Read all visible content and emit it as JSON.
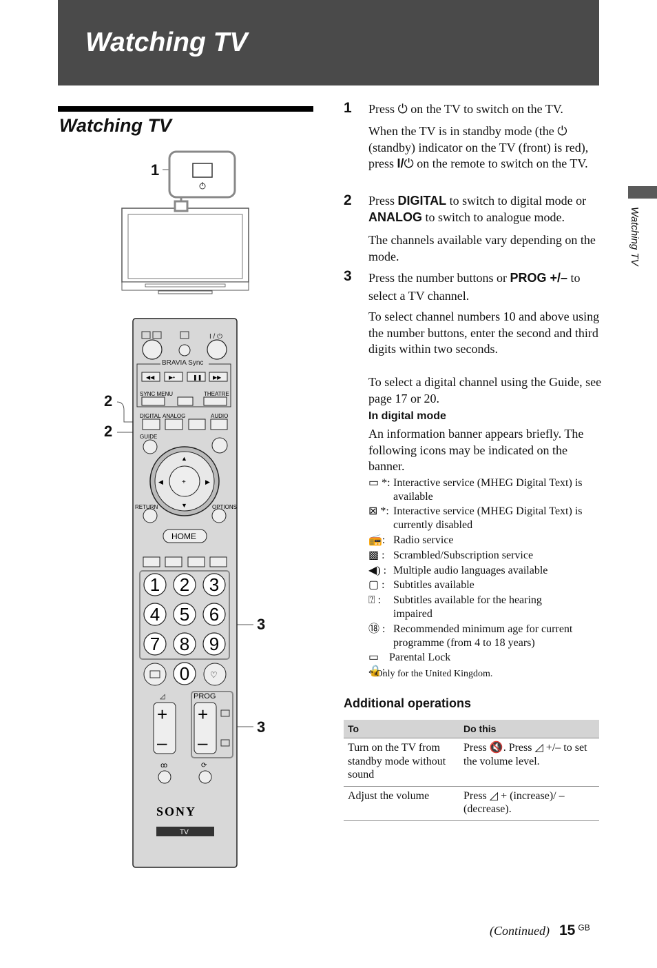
{
  "header": {
    "banner_title": "Watching TV",
    "section_title": "Watching TV",
    "side_label": "Watching TV"
  },
  "figure": {
    "callouts": [
      "1",
      "2",
      "2",
      "3",
      "3"
    ],
    "remote": {
      "bravia_sync": "BRAVIA Sync",
      "sync_menu": "SYNC MENU",
      "theatre": "THEATRE",
      "digital": "DIGITAL",
      "analog": "ANALOG",
      "audio": "AUDIO",
      "guide": "GUIDE",
      "return": "RETURN",
      "options": "OPTIONS",
      "home": "HOME",
      "digits": [
        "1",
        "2",
        "3",
        "4",
        "5",
        "6",
        "7",
        "8",
        "9",
        "0"
      ],
      "prog": "PROG",
      "brand": "SONY",
      "tv": "TV"
    }
  },
  "steps": {
    "s1_num": "1",
    "s1_a": "Press ",
    "s1_b": " on the TV to switch on the TV.",
    "s1_p2a": "When the TV is in standby mode (the ",
    "s1_p2b": " (standby) indicator on the TV (front) is red), press ",
    "s1_p2c": "I/",
    "s1_p2d": " on the remote to switch on the TV.",
    "s2_num": "2",
    "s2_a": "Press ",
    "s2_digital": "DIGITAL",
    "s2_b": " to switch to digital mode or ",
    "s2_analog": "ANALOG",
    "s2_c": " to switch to analogue mode.",
    "s2_p2": "The channels available vary depending on the mode.",
    "s3_num": "3",
    "s3_a": "Press the number buttons or ",
    "s3_prog": "PROG +/–",
    "s3_b": " to select a TV channel.",
    "s3_p2": "To select channel numbers 10 and above using the number buttons, enter the second and third digits within two seconds.",
    "s3_p3": "To select a digital channel using the Guide, see page 17 or 20."
  },
  "digital_mode": {
    "heading": "In digital mode",
    "intro": "An information banner appears briefly. The following icons may be indicated on the banner.",
    "icons": [
      {
        "icon": "interactive-icon",
        "mark": "*:",
        "text": "Interactive service (MHEG Digital Text) is available"
      },
      {
        "icon": "interactive-disabled-icon",
        "mark": "*:",
        "text": "Interactive service (MHEG Digital Text) is currently disabled"
      },
      {
        "icon": "radio-icon",
        "mark": ":",
        "text": "Radio service"
      },
      {
        "icon": "scrambled-icon",
        "mark": ":",
        "text": "Scrambled/Subscription service"
      },
      {
        "icon": "audio-icon",
        "mark": ":",
        "text": "Multiple audio languages available"
      },
      {
        "icon": "subtitles-icon",
        "mark": ":",
        "text": "Subtitles available"
      },
      {
        "icon": "hearing-impaired-icon",
        "mark": ":",
        "text": "Subtitles available for the hearing impaired"
      },
      {
        "icon": "age-icon",
        "mark": ":",
        "text": "Recommended minimum age for current programme (from 4 to 18 years)"
      },
      {
        "icon": "parental-lock-icon",
        "mark": ":",
        "text": "Parental Lock"
      }
    ],
    "footnote": "*  Only for the United Kingdom."
  },
  "additional": {
    "heading": "Additional operations",
    "columns": [
      "To",
      "Do this"
    ],
    "row1_to": "Turn on the TV from standby mode without sound",
    "row1_do_a": "Press ",
    "row1_do_b": ". Press ",
    "row1_do_c": " +/– to set the volume level.",
    "row2_to": "Adjust the volume",
    "row2_do_a": "Press ",
    "row2_do_b": " + (increase)/ – (decrease)."
  },
  "footer": {
    "continued": "(Continued)",
    "page": "15",
    "region": "GB"
  }
}
